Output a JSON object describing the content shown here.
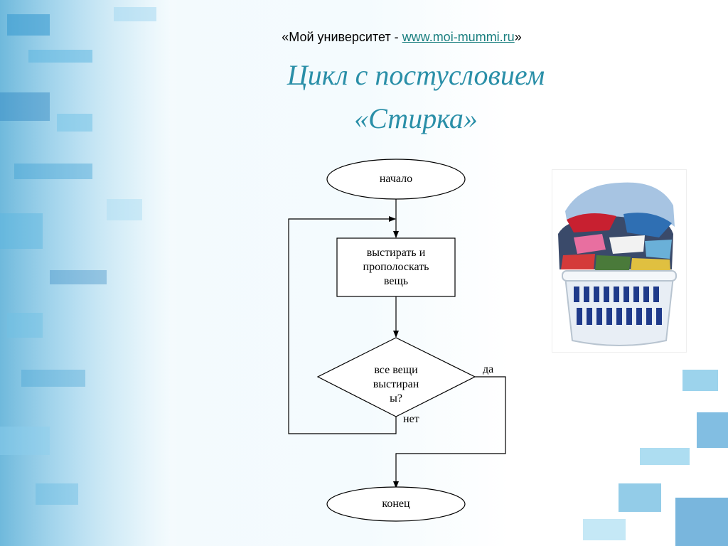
{
  "header": {
    "prefix": "«Мой университет - ",
    "link": "www.moi-mummi.ru",
    "suffix": "»"
  },
  "title": {
    "line1": "Цикл с постусловием",
    "line2": "«Стирка»"
  },
  "flowchart": {
    "start": "начало",
    "process": [
      "выстирать и",
      "прополоскать",
      "вещь"
    ],
    "decision": [
      "все вещи",
      "выстиран",
      "ы?"
    ],
    "label_yes": "да",
    "label_no": "нет",
    "end": "конец"
  },
  "colors": {
    "title": "#2a8fa8",
    "link": "#1a7f7f",
    "background_accent": "#6fb9dc"
  },
  "image": {
    "name": "laundry-basket-photo"
  }
}
